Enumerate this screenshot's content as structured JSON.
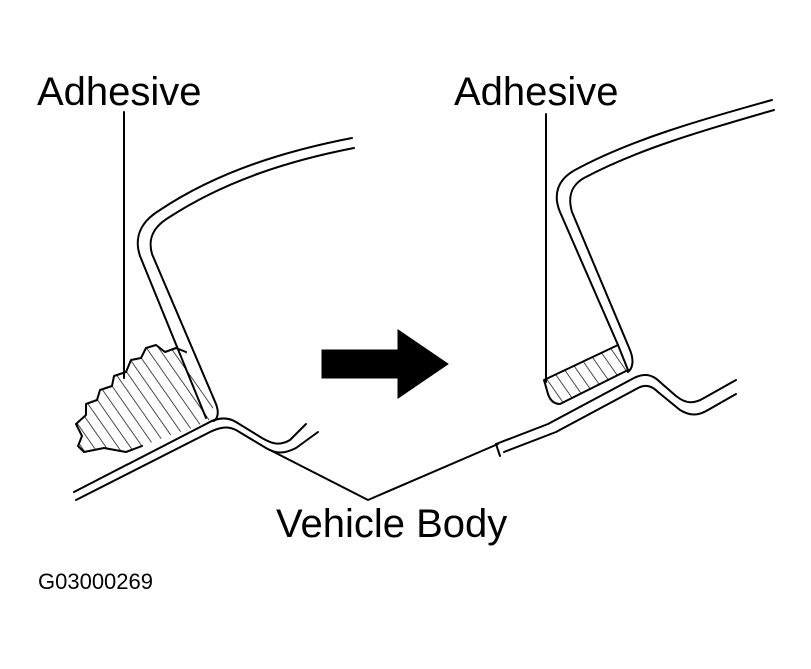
{
  "labels": {
    "adhesive_left": "Adhesive",
    "adhesive_right": "Adhesive",
    "vehicle_body": "Vehicle Body",
    "figure_code": "G03000269"
  },
  "colors": {
    "line": "#000000",
    "background": "#ffffff"
  },
  "icons": {
    "transition": "right-arrow-icon"
  }
}
